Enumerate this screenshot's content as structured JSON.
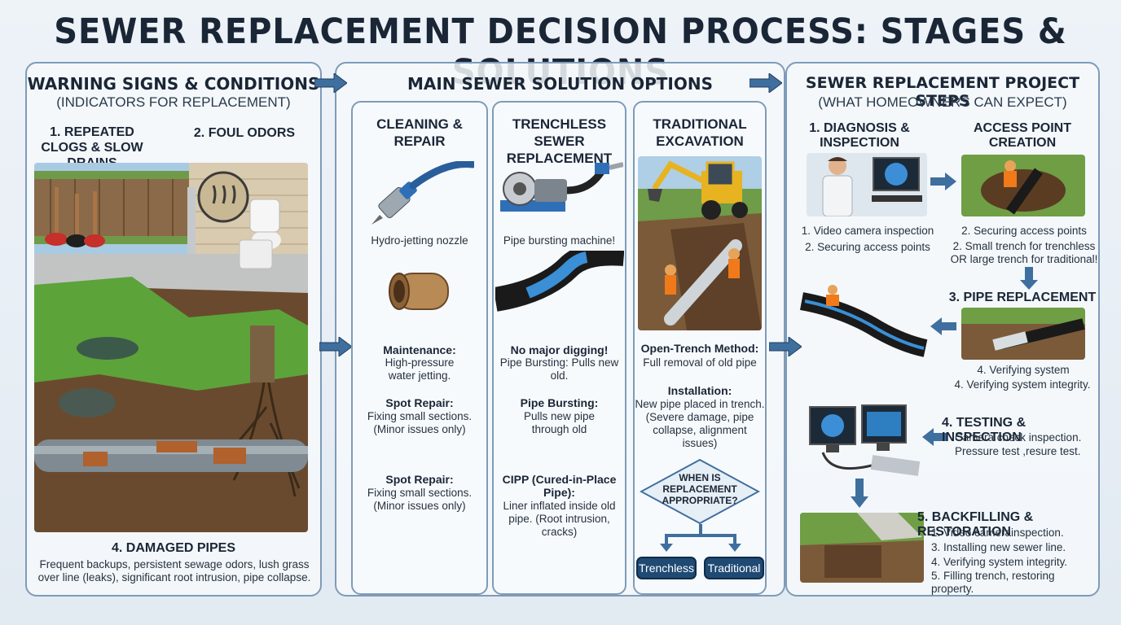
{
  "title": "SEWER REPLACEMENT DECISION PROCESS: STAGES & SOLUTIONS",
  "warning": {
    "heading": "WARNING SIGNS & CONDITIONS",
    "subheading": "(INDICATORS FOR REPLACEMENT)",
    "sign1": "1. REPEATED CLOGS & SLOW DRAINS",
    "sign2": "2. FOUL ODORS",
    "sign4": "4. DAMAGED PIPES",
    "summary": "Frequent backups, persistent sewage odors, lush grass over line (leaks), significant root intrusion, pipe collapse."
  },
  "options": {
    "heading": "MAIN SEWER SOLUTION OPTIONS",
    "cleaning": {
      "title": "CLEANING & REPAIR",
      "img1_caption": "Hydro-jetting nozzle",
      "maint_title": "Maintenance:",
      "maint_text": "High-pressure water jetting.",
      "spot1_title": "Spot Repair:",
      "spot1_text": "Fixing small sections. (Minor issues only)",
      "spot2_title": "Spot Repair:",
      "spot2_text": "Fixing small sections. (Minor issues only)"
    },
    "trenchless": {
      "title": "TRENCHLESS SEWER REPLACEMENT",
      "img_caption": "Pipe bursting machine!",
      "nodig_title": "No major digging!",
      "nodig_text": "Pipe Bursting: Pulls new old.",
      "burst_title": "Pipe Bursting:",
      "burst_text": "Pulls new pipe through old",
      "cipp_title": "CIPP (Cured-in-Place Pipe):",
      "cipp_text": "Liner inflated inside old pipe. (Root intrusion, cracks)"
    },
    "traditional": {
      "title": "TRADITIONAL EXCAVATION",
      "open_title": "Open-Trench Method:",
      "open_text": "Full removal of old pipe",
      "install_title": "Installation:",
      "install_text": "New pipe placed in trench. (Severe damage, pipe collapse, alignment issues)",
      "decision": "WHEN IS REPLACEMENT APPROPRIATE?",
      "btn_trenchless": "Trenchless",
      "btn_traditional": "Traditional"
    }
  },
  "steps": {
    "heading": "SEWER REPLACEMENT PROJECT STEPS",
    "subheading": "(WHAT HOMEOWNERS CAN EXPECT)",
    "s1_title": "1. DIAGNOSIS & INSPECTION",
    "s1_l1": "1. Video camera inspection",
    "s1_l2": "2. Securing access points",
    "s2_title": "ACCESS POINT CREATION",
    "s2_l1": "2. Securing access points",
    "s2_l2": "2. Small trench for trenchless OR large trench for traditional!",
    "s3_title": "3. PIPE REPLACEMENT",
    "s3_l1": "4. Verifying system",
    "s3_l2": "4. Verifying system integrity.",
    "s4_title": "4. TESTING & INSPECTION",
    "s4_l1": "Camera check inspection.",
    "s4_l2": "Pressure test ,resure test.",
    "s5_title": "5. BACKFILLING & RESTORATION",
    "s5_l1": "1. Video camerainspection.",
    "s5_l2": "3. Installing new sewer line.",
    "s5_l3": "4. Verifying system integrity.",
    "s5_l4": "5. Filling trench, restoring property."
  },
  "colors": {
    "arrow": "#3f6f9e",
    "border": "#7f9bb8",
    "button": "#1f4a74"
  }
}
